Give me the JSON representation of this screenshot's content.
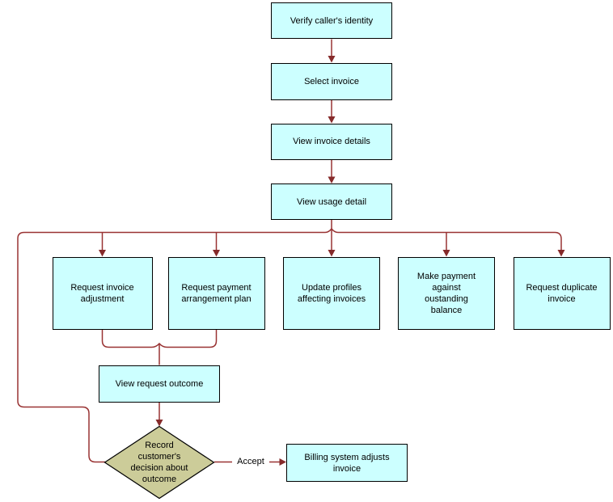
{
  "diagram_type": "flowchart",
  "colors": {
    "background": "#FFFFFF",
    "process_box_fill": "#CCFFFF",
    "process_box_border": "#000000",
    "decision_diamond_fill": "#CCCC99",
    "connector_line": "#993333",
    "arrowhead": "#862B2B",
    "text": "#000000"
  },
  "nodes": [
    {
      "id": "verify_identity",
      "type": "process",
      "label": "Verify caller's identity"
    },
    {
      "id": "select_invoice",
      "type": "process",
      "label": "Select invoice"
    },
    {
      "id": "view_details",
      "type": "process",
      "label": "View invoice details"
    },
    {
      "id": "view_usage",
      "type": "process",
      "label": "View usage detail"
    },
    {
      "id": "request_adjustment",
      "type": "process",
      "label": "Request invoice adjustment"
    },
    {
      "id": "request_plan",
      "type": "process",
      "label": "Request payment arrangement plan"
    },
    {
      "id": "update_profiles",
      "type": "process",
      "label": "Update profiles affecting invoices"
    },
    {
      "id": "make_payment",
      "type": "process",
      "label": "Make payment against oustanding balance"
    },
    {
      "id": "request_duplicate",
      "type": "process",
      "label": "Request duplicate invoice"
    },
    {
      "id": "view_outcome",
      "type": "process",
      "label": "View request outcome"
    },
    {
      "id": "record_decision",
      "type": "decision",
      "label": "Record customer's decision about outcome"
    },
    {
      "id": "billing_adjusts",
      "type": "process",
      "label": "Billing system adjusts invoice"
    }
  ],
  "edges": [
    {
      "from": "verify_identity",
      "to": "select_invoice",
      "label": ""
    },
    {
      "from": "select_invoice",
      "to": "view_details",
      "label": ""
    },
    {
      "from": "view_details",
      "to": "view_usage",
      "label": ""
    },
    {
      "from": "view_usage",
      "to": "request_adjustment",
      "label": ""
    },
    {
      "from": "view_usage",
      "to": "request_plan",
      "label": ""
    },
    {
      "from": "view_usage",
      "to": "update_profiles",
      "label": ""
    },
    {
      "from": "view_usage",
      "to": "make_payment",
      "label": ""
    },
    {
      "from": "view_usage",
      "to": "request_duplicate",
      "label": ""
    },
    {
      "from": "view_usage",
      "to": "record_decision",
      "label": ""
    },
    {
      "from": "request_adjustment",
      "to": "view_outcome",
      "label": ""
    },
    {
      "from": "request_plan",
      "to": "view_outcome",
      "label": ""
    },
    {
      "from": "view_outcome",
      "to": "record_decision",
      "label": ""
    },
    {
      "from": "record_decision",
      "to": "billing_adjusts",
      "label": "Accept"
    }
  ],
  "edge_labels": {
    "accept": "Accept"
  }
}
